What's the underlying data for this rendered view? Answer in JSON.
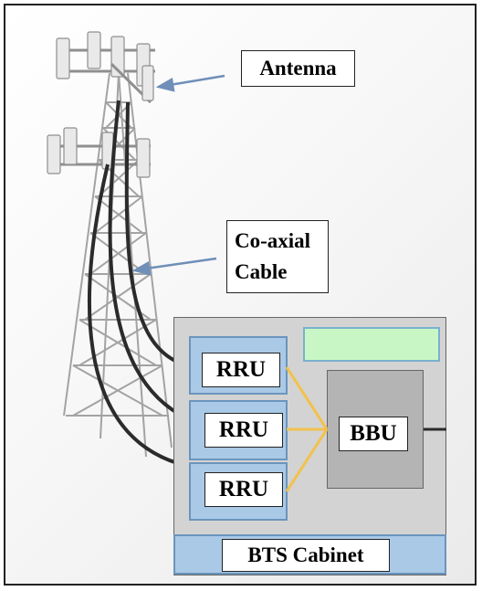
{
  "labels": {
    "antenna": "Antenna",
    "coaxial_line1": "Co-axial",
    "coaxial_line2": "Cable",
    "bbu": "BBU",
    "bts_cabinet": "BTS Cabinet"
  },
  "rru_units": [
    {
      "label": "RRU"
    },
    {
      "label": "RRU"
    },
    {
      "label": "RRU"
    }
  ],
  "colors": {
    "cabinet": "#d3d3d3",
    "rru_slot": "#a9c9e6",
    "status_panel": "#c8f7c5",
    "bbu": "#b4b4b4",
    "link_lines": "#f2c14e",
    "callout_arrows": "#6f8fb8",
    "cables": "#2b2b2b"
  }
}
